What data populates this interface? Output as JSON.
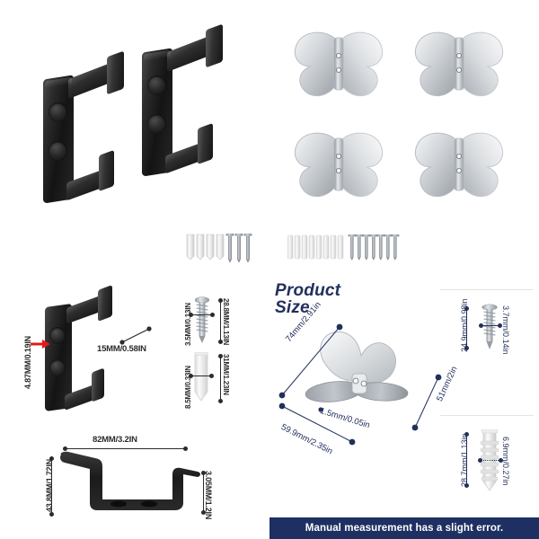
{
  "page": {
    "background": "#ffffff",
    "accent_navy": "#22305c",
    "banner_bg": "#1d3061",
    "label_color": "#2b2b2b"
  },
  "title": {
    "product_size": "Product\nSize",
    "product_size_line1": "Product",
    "product_size_line2": "Size"
  },
  "footer": {
    "note": "Manual measurement has a slight error."
  },
  "products": [
    {
      "name": "black-j-hook",
      "color": "#141414",
      "count": 2,
      "holes": 2
    },
    {
      "name": "butterfly-hook",
      "color": "#c9cdd2",
      "count": 4
    }
  ],
  "hardware": {
    "left_set": {
      "anchors": 4,
      "screws": 4,
      "anchor_color": "#e9e9e9",
      "screw_color": "#8a8f94"
    },
    "right_set": {
      "anchors": 8,
      "screws": 8,
      "anchor_color": "#ededed",
      "screw_color": "#9aa0a6"
    }
  },
  "dimensions": {
    "hook_iso": {
      "thickness": "4.87MM/0.19IN",
      "lip_depth": "15MM/0.58IN"
    },
    "hook_side": {
      "width": "82MM/3.2IN",
      "height": "43.8MM/1.72IN",
      "lip_height": "3.05MM/1.2IN"
    },
    "screw_small": {
      "diameter": "3.5MM/0.13IN",
      "length": "28.8MM/1.13IN"
    },
    "anchor_small": {
      "diameter": "8.5MM/0.33IN",
      "length": "31MM/1.23IN"
    },
    "butterfly": {
      "diagonal": "74mm/2.91in",
      "height": "51mm/2in",
      "thickness": "1.5mm/0.05in",
      "width": "59.9mm/2.35in"
    },
    "screw_butterfly": {
      "length": "24.9mm/0.98in",
      "diameter": "3.7mm/0.14in"
    },
    "anchor_butterfly": {
      "length": "28.7mm/1.13in",
      "diameter": "6.9mm/0.27in"
    }
  }
}
